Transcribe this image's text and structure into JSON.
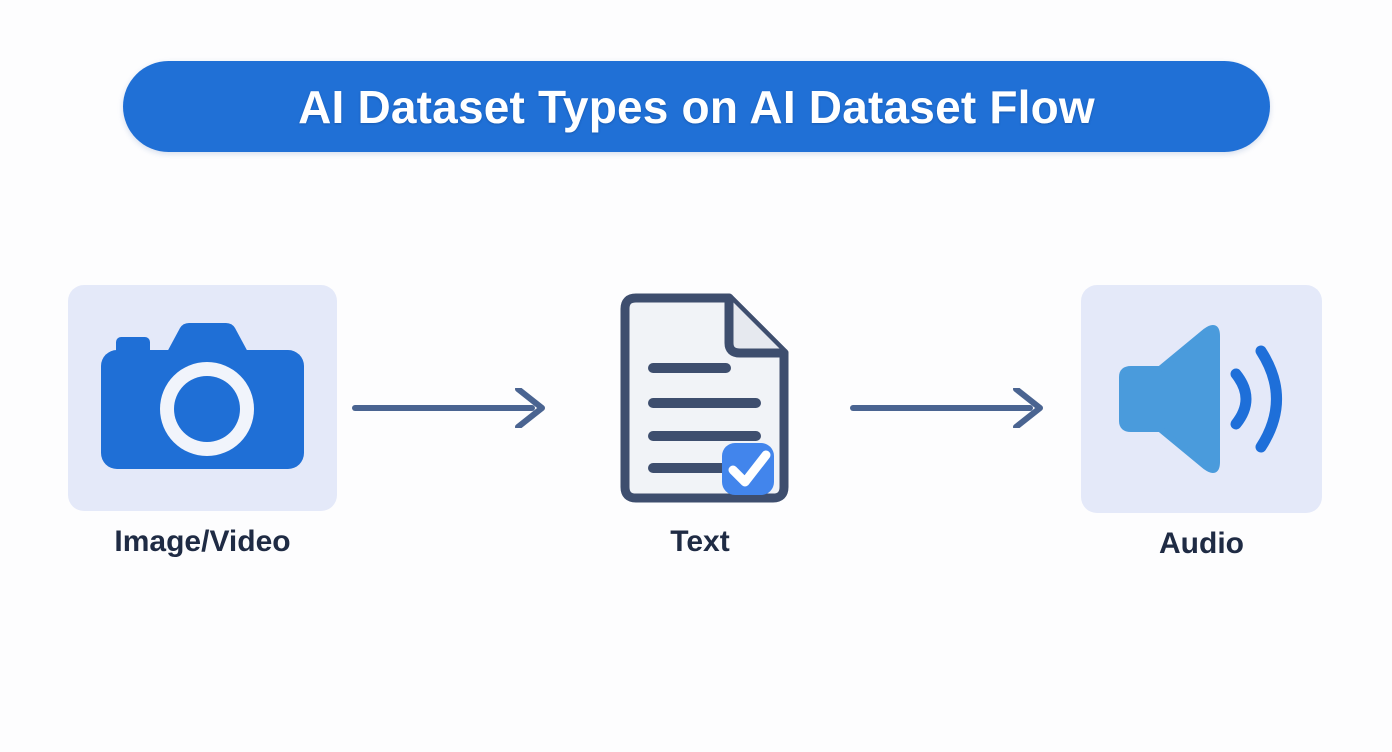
{
  "page": {
    "background_color": "#fdfdfe",
    "title_text_color": "#ffffff",
    "label_color": "#1f2b44"
  },
  "header": {
    "title": "AI Dataset Types on AI Dataset Flow",
    "pill_color": "#2070d6"
  },
  "flow": {
    "nodes": [
      {
        "id": "image-video",
        "label": "Image/Video",
        "icon": "camera-icon",
        "card_color": "#e4e9f9",
        "icon_color": "#1f6fd6",
        "icon_accent_color": "#f1f4fb"
      },
      {
        "id": "text",
        "label": "Text",
        "icon": "document-check-icon",
        "card_color": "transparent",
        "icon_color": "#3e4e6e",
        "icon_accent_color": "#4285ec"
      },
      {
        "id": "audio",
        "label": "Audio",
        "icon": "speaker-waves-icon",
        "card_color": "#e4e9f9",
        "icon_color": "#4a9bdc",
        "icon_accent_color": "#1e6fd9"
      }
    ],
    "connectors": [
      {
        "id": "arrow-1",
        "from": "image-video",
        "to": "text",
        "direction": "right",
        "color": "#4a6491"
      },
      {
        "id": "arrow-2",
        "from": "text",
        "to": "audio",
        "direction": "right",
        "color": "#4a6491"
      }
    ]
  }
}
